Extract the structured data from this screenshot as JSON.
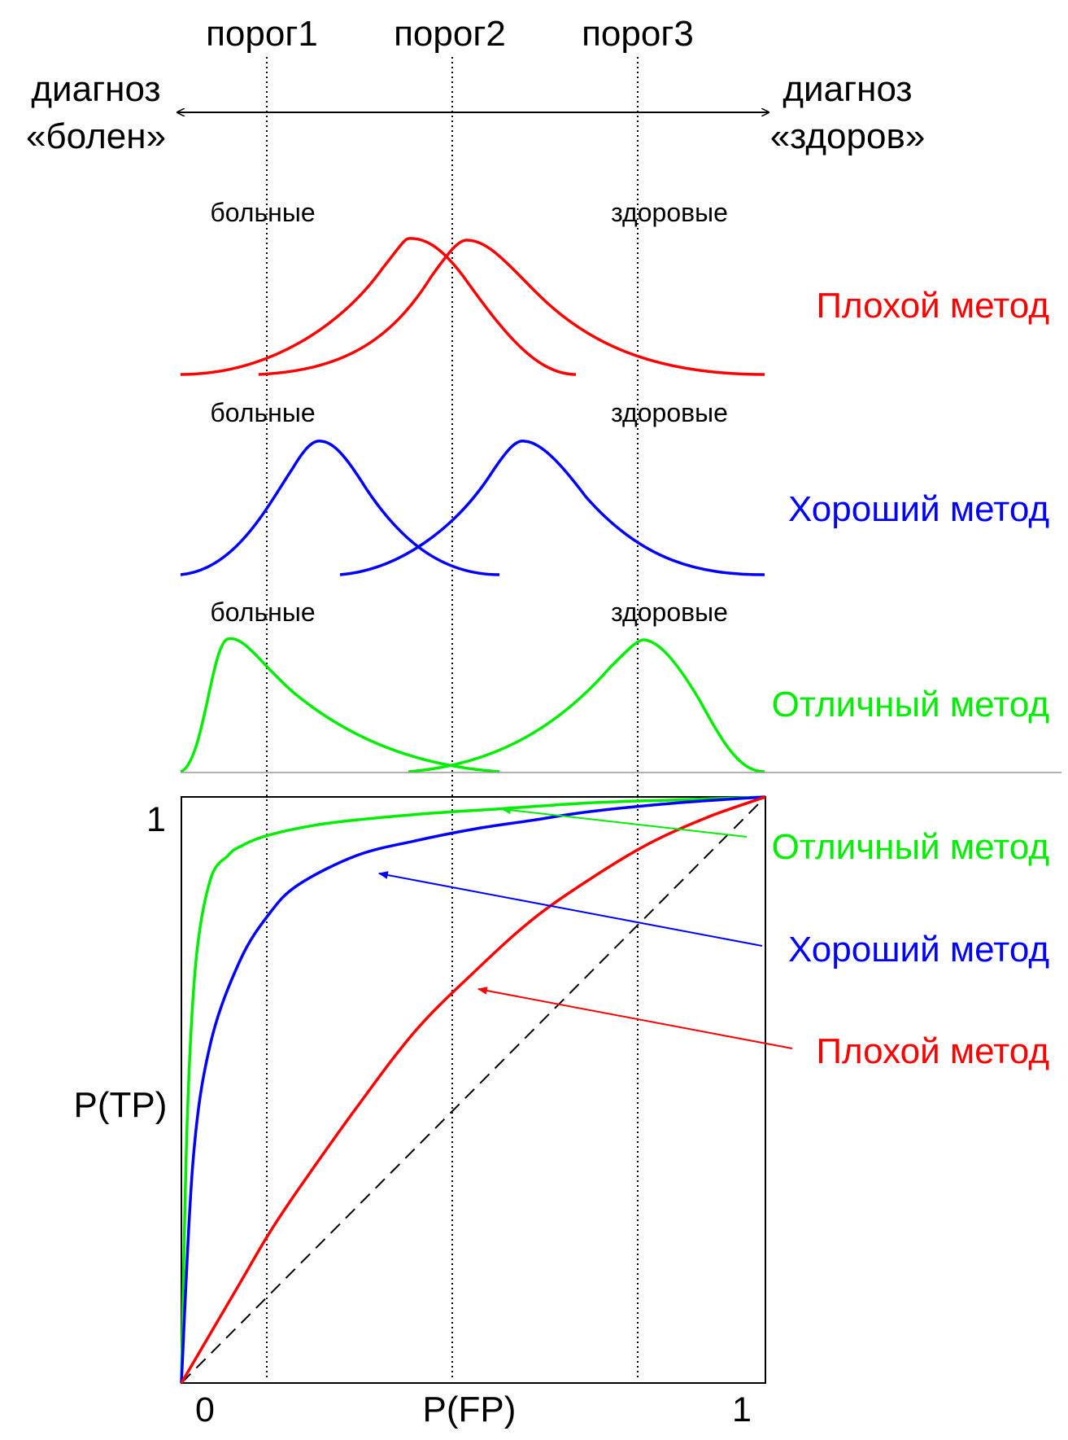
{
  "thresholds": [
    "порог1",
    "порог2",
    "порог3"
  ],
  "direction": {
    "left_line1": "диагноз",
    "left_line2": "«болен»",
    "right_line1": "диагноз",
    "right_line2": "«здоров»"
  },
  "group_labels": {
    "sick": "больные",
    "healthy": "здоровые"
  },
  "methods": {
    "bad": {
      "label": "Плохой метод",
      "color": "#ff0000"
    },
    "good": {
      "label": "Хороший метод",
      "color": "#0000ff"
    },
    "excellent": {
      "label": "Отличный метод",
      "color": "#00ee00"
    }
  },
  "roc": {
    "ylabel": "P(TP)",
    "xlabel": "P(FP)",
    "tick_y_top": "1",
    "tick_x_left": "0",
    "tick_x_right": "1"
  },
  "chart_data": {
    "type": "line",
    "xlabel": "P(FP)",
    "ylabel": "P(TP)",
    "xlim": [
      0,
      1
    ],
    "ylim": [
      0,
      1
    ],
    "series": [
      {
        "name": "Отличный метод",
        "color": "#00ee00",
        "x": [
          0,
          0.01,
          0.025,
          0.05,
          0.08,
          0.1,
          0.15,
          0.25,
          0.4,
          0.55,
          0.7,
          0.85,
          1
        ],
        "y": [
          0,
          0.45,
          0.72,
          0.86,
          0.9,
          0.915,
          0.935,
          0.955,
          0.97,
          0.98,
          0.99,
          0.995,
          1
        ]
      },
      {
        "name": "Хороший метод",
        "color": "#0000ff",
        "x": [
          0,
          0.02,
          0.05,
          0.1,
          0.15,
          0.2,
          0.3,
          0.4,
          0.5,
          0.6,
          0.7,
          0.85,
          1
        ],
        "y": [
          0,
          0.38,
          0.58,
          0.72,
          0.8,
          0.85,
          0.9,
          0.925,
          0.945,
          0.96,
          0.975,
          0.99,
          1
        ]
      },
      {
        "name": "Плохой метод",
        "color": "#ff0000",
        "x": [
          0,
          0.05,
          0.1,
          0.15,
          0.2,
          0.3,
          0.4,
          0.5,
          0.6,
          0.7,
          0.8,
          0.9,
          1
        ],
        "y": [
          0,
          0.085,
          0.17,
          0.255,
          0.33,
          0.47,
          0.6,
          0.7,
          0.79,
          0.86,
          0.92,
          0.965,
          1
        ]
      }
    ],
    "diagonal": {
      "x": [
        0,
        1
      ],
      "y": [
        0,
        1
      ],
      "style": "dashed"
    },
    "thresholds_fp": [
      0.15,
      0.465,
      0.78
    ]
  }
}
